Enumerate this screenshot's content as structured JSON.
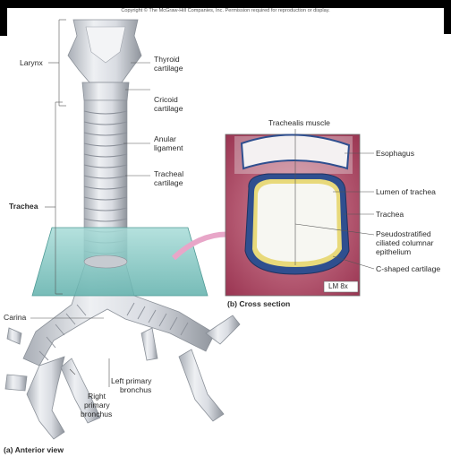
{
  "copyright": "Copyright © The McGraw-Hill Companies, Inc. Permission required for reproduction or display.",
  "anterior": {
    "larynx": "Larynx",
    "thyroid_1": "Thyroid",
    "thyroid_2": "cartilage",
    "cricoid_1": "Cricoid",
    "cricoid_2": "cartilage",
    "anular_1": "Anular",
    "anular_2": "ligament",
    "tracheal_1": "Tracheal",
    "tracheal_2": "cartilage",
    "trachea": "Trachea",
    "carina": "Carina",
    "left_bronchus_1": "Left primary",
    "left_bronchus_2": "bronchus",
    "right_bronchus_1": "Right",
    "right_bronchus_2": "primary",
    "right_bronchus_3": "bronchus",
    "caption": "(a) Anterior view"
  },
  "cross_section": {
    "trachealis": "Trachealis muscle",
    "esophagus": "Esophagus",
    "lumen": "Lumen of trachea",
    "trachea": "Trachea",
    "pseudo_1": "Pseudostratified",
    "pseudo_2": "ciliated columnar",
    "pseudo_3": "epithelium",
    "c_shaped": "C-shaped cartilage",
    "magnification": "LM 8x",
    "caption": "(b) Cross section"
  },
  "colors": {
    "background": "#ffffff",
    "cartilage": "#d9dde3",
    "tissue": "#b7465e",
    "cartilage_blue": "#3c5b9a",
    "epithelium": "#e8d97a",
    "plane": "#7fc3bf",
    "arrow": "#e8a6c8"
  }
}
